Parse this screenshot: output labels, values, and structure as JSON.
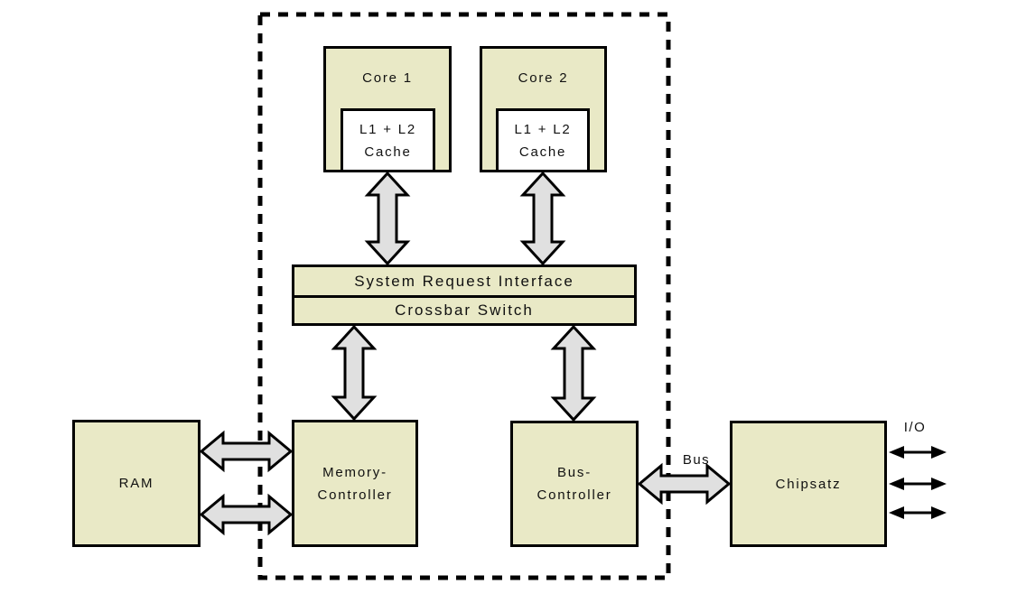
{
  "diagram": {
    "boxes": {
      "core1": {
        "label": "Core 1"
      },
      "core2": {
        "label": "Core 2"
      },
      "cache1": {
        "line1": "L1 + L2",
        "line2": "Cache"
      },
      "cache2": {
        "line1": "L1 + L2",
        "line2": "Cache"
      },
      "system_request_interface": {
        "label": "System Request Interface"
      },
      "crossbar_switch": {
        "label": "Crossbar Switch"
      },
      "ram": {
        "label": "RAM"
      },
      "memory_controller": {
        "line1": "Memory-",
        "line2": "Controller"
      },
      "bus_controller": {
        "line1": "Bus-",
        "line2": "Controller"
      },
      "chipset": {
        "label": "Chipsatz"
      }
    },
    "labels": {
      "bus": "Bus",
      "io": "I/O"
    },
    "colors": {
      "box_fill": "#e9e9c6",
      "box_border": "#000000",
      "arrow_fill": "#e0e0e0",
      "arrow_stroke": "#000000",
      "background": "#ffffff"
    }
  }
}
